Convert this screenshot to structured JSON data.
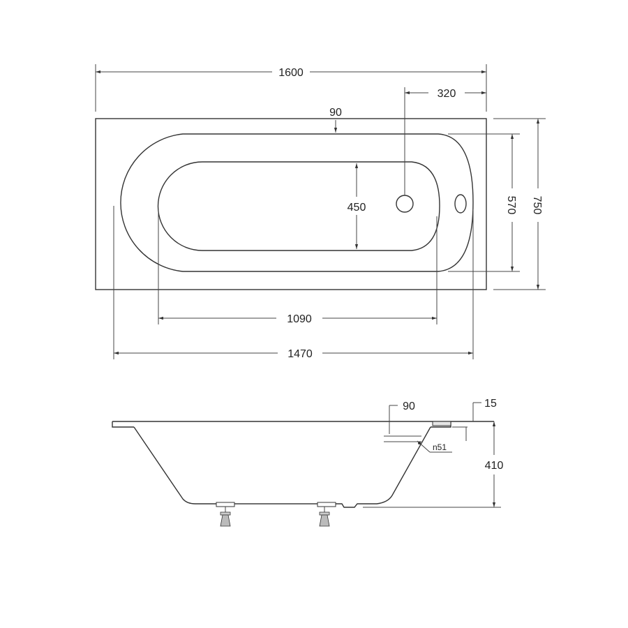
{
  "top_view": {
    "dim_overall_length": "1600",
    "dim_drain_offset": "320",
    "dim_rim_width": "90",
    "dim_inner_width": "450",
    "dim_inner_length_inside": "570",
    "dim_overall_width": "750",
    "dim_bottom_length": "1090",
    "dim_inner_length": "1470"
  },
  "side_view": {
    "dim_drain_depth": "90",
    "dim_rim_thickness": "15",
    "dim_overflow_diameter": "n51",
    "dim_height": "410"
  }
}
